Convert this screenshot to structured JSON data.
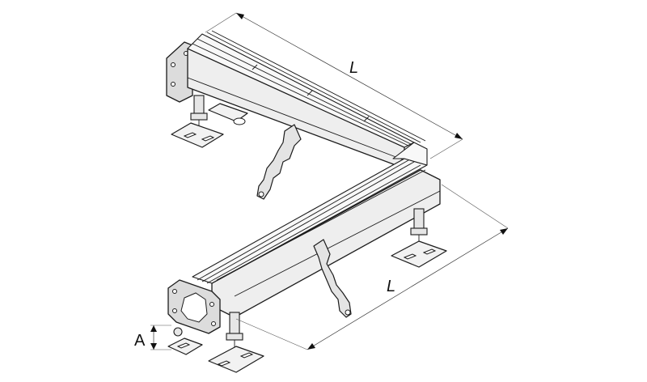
{
  "figure": {
    "label_length_top": "L",
    "label_length_bottom": "L",
    "label_height": "A"
  },
  "colors": {
    "line": "#1c1c1c",
    "background": "#ffffff",
    "fill_light": "#eeeeee"
  }
}
